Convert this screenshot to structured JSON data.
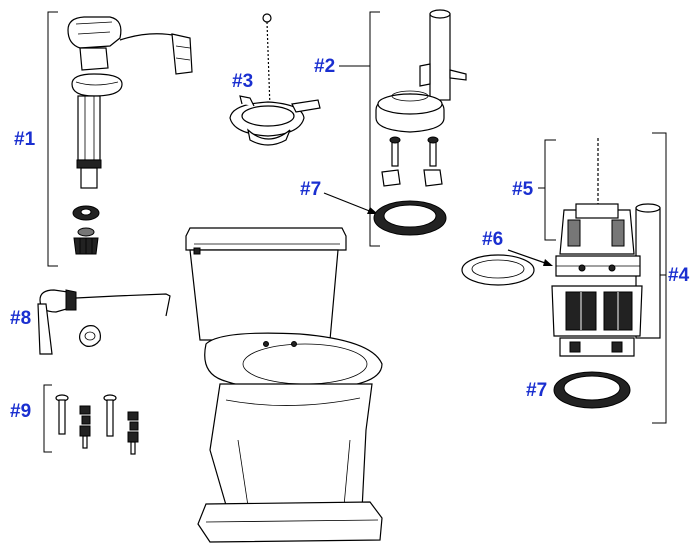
{
  "labels": {
    "p1": "#1",
    "p2": "#2",
    "p3": "#3",
    "p4": "#4",
    "p5": "#5",
    "p6": "#6",
    "p7a": "#7",
    "p7b": "#7",
    "p8": "#8",
    "p9": "#9"
  },
  "colors": {
    "label": "#1a2fd0",
    "line": "#000000",
    "background": "#ffffff"
  }
}
